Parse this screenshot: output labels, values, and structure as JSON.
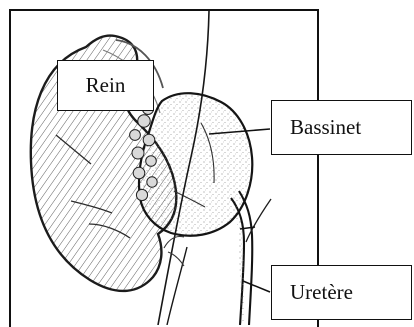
{
  "labels": {
    "kidney": "Rein",
    "renal_pelvis": "Bassinet",
    "ureter": "Uretère"
  }
}
